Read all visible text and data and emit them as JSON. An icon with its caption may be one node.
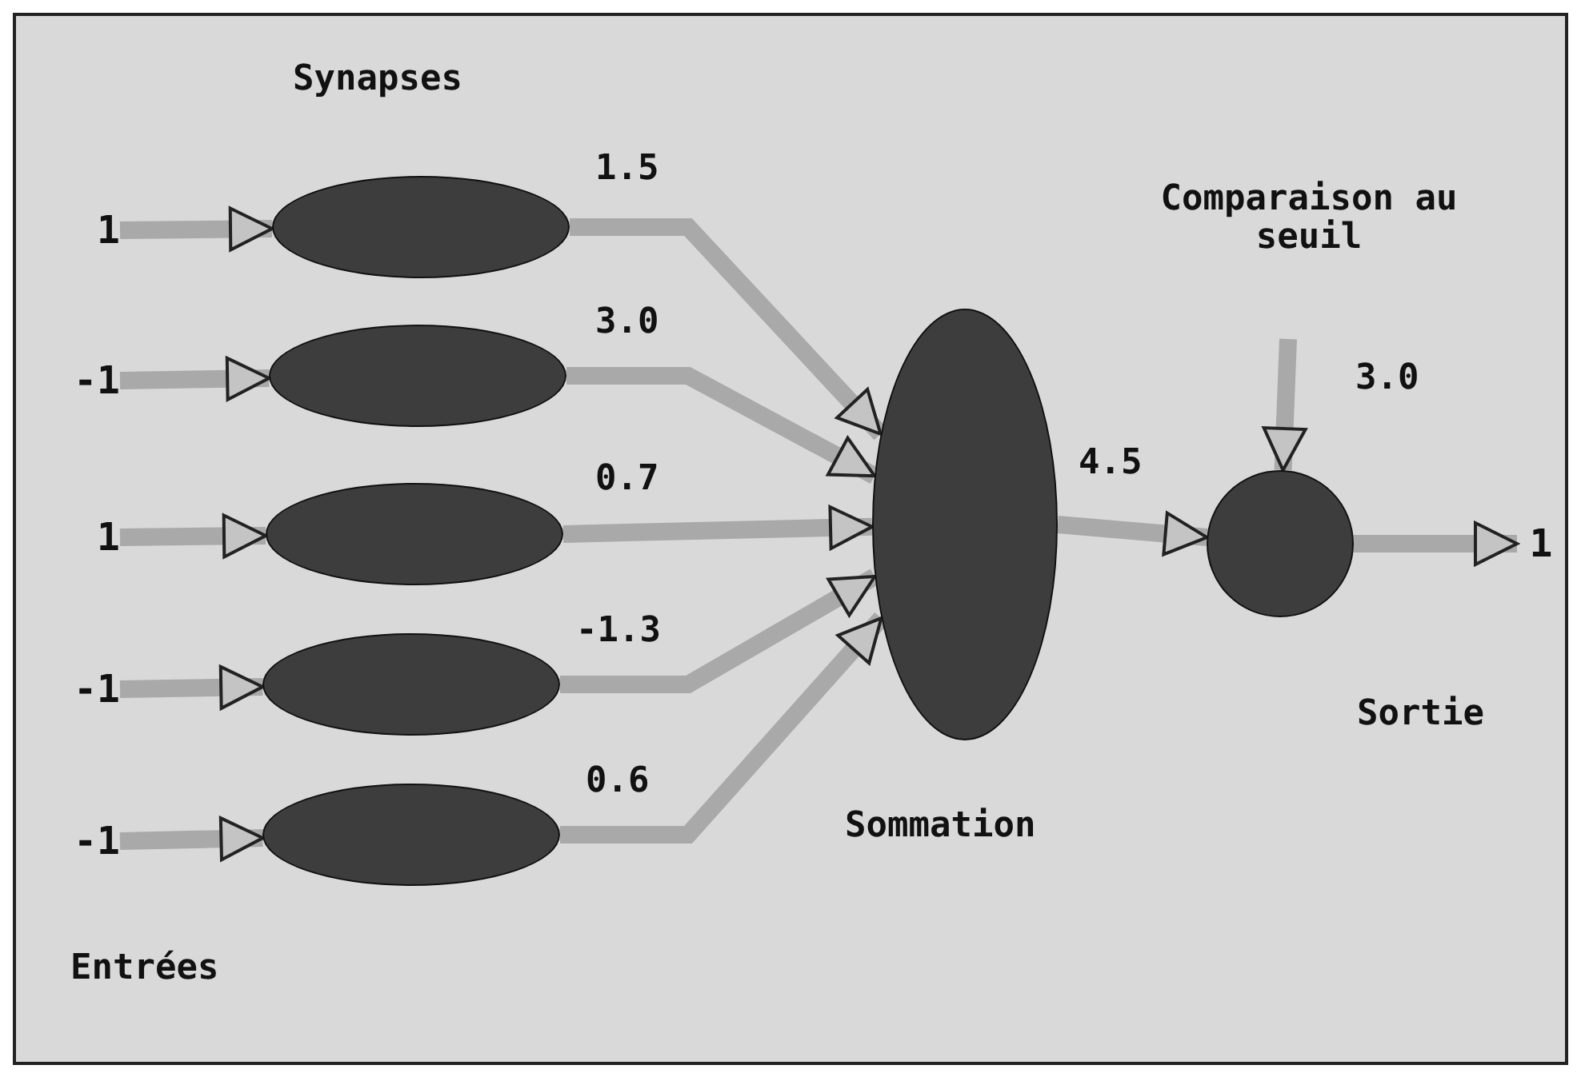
{
  "diagram": {
    "nodes": [
      {
        "text": [
          "1"
        ]
      },
      {
        "text": [
          "-1"
        ]
      },
      {
        "text": [
          "1"
        ]
      },
      {
        "text": [
          "-1"
        ]
      },
      {
        "text": [
          "-1"
        ]
      },
      {
        "text": [],
        "shape": "ellipse"
      },
      {
        "text": [],
        "shape": "ellipse"
      },
      {
        "text": [],
        "shape": "ellipse"
      },
      {
        "text": [],
        "shape": "ellipse"
      },
      {
        "text": [],
        "shape": "ellipse"
      },
      {
        "text": [],
        "shape": "ellipse",
        "beside": [
          "Sommation"
        ]
      },
      {
        "text": [],
        "shape": "circle"
      },
      {
        "text": [
          "1"
        ]
      }
    ],
    "edges": [
      {
        "from": 0,
        "to": 5,
        "arrow": "to"
      },
      {
        "from": 1,
        "to": 6,
        "arrow": "to"
      },
      {
        "from": 2,
        "to": 7,
        "arrow": "to"
      },
      {
        "from": 3,
        "to": 8,
        "arrow": "to"
      },
      {
        "from": 4,
        "to": 9,
        "arrow": "to"
      },
      {
        "from": 5,
        "to": 10,
        "arrow": "to",
        "label": "1.5"
      },
      {
        "from": 6,
        "to": 10,
        "arrow": "to",
        "label": "3.0"
      },
      {
        "from": 7,
        "to": 10,
        "arrow": "to",
        "label": "0.7"
      },
      {
        "from": 8,
        "to": 10,
        "arrow": "to",
        "label": "-1.3"
      },
      {
        "from": 9,
        "to": 10,
        "arrow": "to",
        "label": "0.6"
      },
      {
        "from": 10,
        "to": 11,
        "arrow": "to",
        "label": "4.5"
      },
      {
        "from": null,
        "to": 11,
        "arrow": "to",
        "label": "3.0"
      },
      {
        "from": 11,
        "to": 12,
        "arrow": "to"
      }
    ],
    "labels": [
      "Synapses",
      "Comparaison au seuil",
      "Sortie",
      "Entrées"
    ]
  }
}
